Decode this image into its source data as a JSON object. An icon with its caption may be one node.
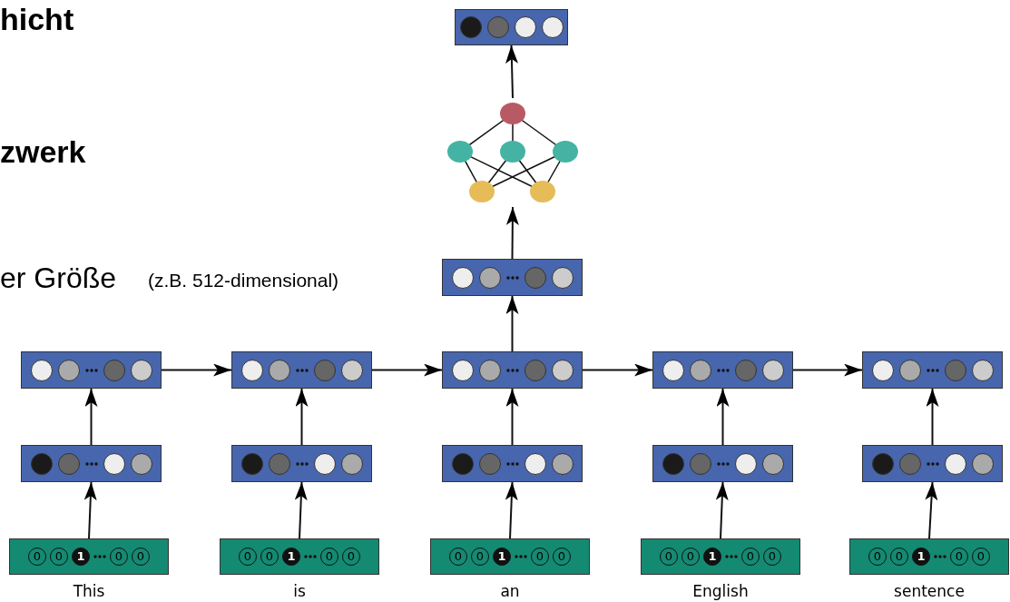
{
  "diagram": {
    "nodes": [
      {
        "text": [],
        "shape": "box"
      },
      {
        "text": [],
        "shape": "picture"
      },
      {
        "text": [],
        "shape": "box"
      },
      {
        "text": [],
        "shape": "box"
      },
      {
        "text": [],
        "shape": "box"
      },
      {
        "text": [],
        "shape": "box"
      },
      {
        "text": [],
        "shape": "box"
      },
      {
        "text": [],
        "shape": "box"
      },
      {
        "text": [],
        "shape": "box"
      },
      {
        "text": [],
        "shape": "box"
      },
      {
        "text": [],
        "shape": "box"
      },
      {
        "text": [],
        "shape": "box"
      },
      {
        "text": [],
        "shape": "box"
      },
      {
        "text": [
          "0",
          "0",
          "1",
          "0",
          "0"
        ],
        "beside": [
          "This"
        ]
      },
      {
        "text": [
          "0",
          "0",
          "1",
          "0",
          "0"
        ],
        "beside": [
          "is"
        ]
      },
      {
        "text": [
          "0",
          "0",
          "1",
          "0",
          "0"
        ],
        "beside": [
          "an"
        ]
      },
      {
        "text": [
          "0",
          "0",
          "1",
          "0",
          "0"
        ],
        "beside": [
          "English"
        ]
      },
      {
        "text": [
          "0",
          "0",
          "1",
          "0",
          "0"
        ],
        "beside": [
          "sentence"
        ]
      }
    ],
    "edges": [
      {
        "from": 1,
        "to": 0,
        "arrow": "to"
      },
      {
        "from": 2,
        "to": 1,
        "arrow": "to"
      },
      {
        "from": 5,
        "to": 2,
        "arrow": "to"
      },
      {
        "from": 3,
        "to": 4,
        "arrow": "to"
      },
      {
        "from": 4,
        "to": 5,
        "arrow": "to"
      },
      {
        "from": 5,
        "to": 6,
        "arrow": "to"
      },
      {
        "from": 6,
        "to": 7,
        "arrow": "to"
      },
      {
        "from": 8,
        "to": 3,
        "arrow": "to"
      },
      {
        "from": 9,
        "to": 4,
        "arrow": "to"
      },
      {
        "from": 10,
        "to": 5,
        "arrow": "to"
      },
      {
        "from": 11,
        "to": 6,
        "arrow": "to"
      },
      {
        "from": 12,
        "to": 7,
        "arrow": "to"
      },
      {
        "from": 13,
        "to": 8,
        "arrow": "to"
      },
      {
        "from": 14,
        "to": 9,
        "arrow": "to"
      },
      {
        "from": 15,
        "to": 10,
        "arrow": "to"
      },
      {
        "from": 16,
        "to": 11,
        "arrow": "to"
      },
      {
        "from": 17,
        "to": 12,
        "arrow": "to"
      }
    ],
    "labels": [
      "hicht",
      "zwerk",
      "er Größe",
      "(z.B. 512-dimensional)"
    ]
  }
}
